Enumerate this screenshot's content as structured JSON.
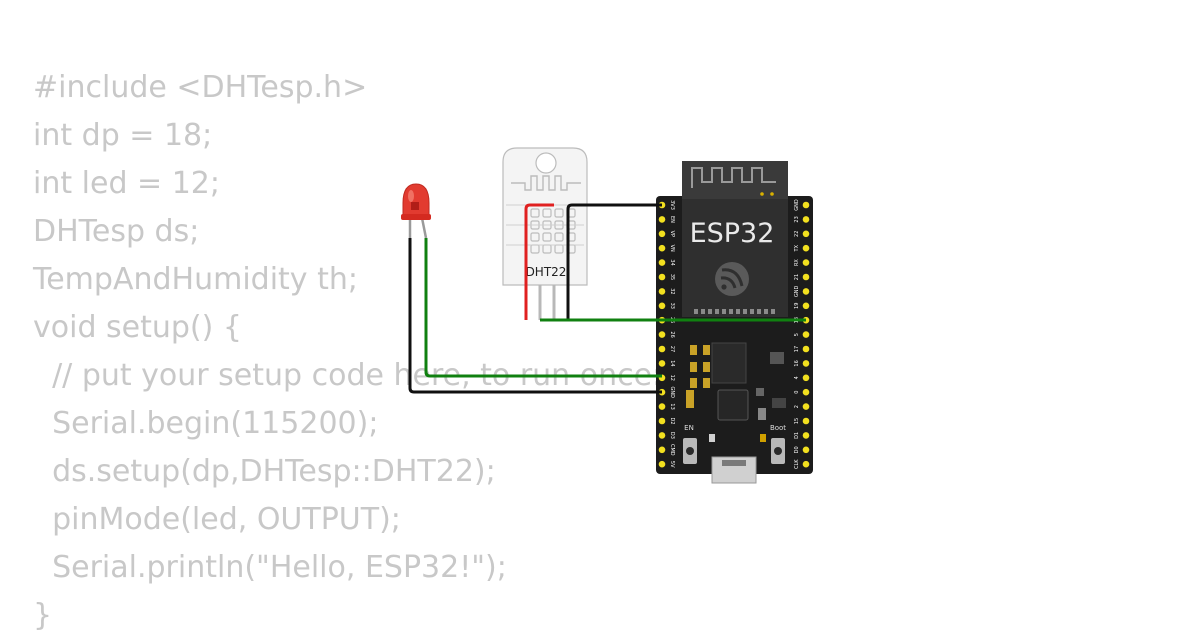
{
  "code": {
    "lines": [
      "#include <DHTesp.h>",
      "int dp = 18;",
      "int led = 12;",
      "DHTesp ds;",
      "TempAndHumidity th;",
      "void setup() {",
      "  // put your setup code here, to run once:",
      "  Serial.begin(115200);",
      "  ds.setup(dp,DHTesp::DHT22);",
      "  pinMode(led, OUTPUT);",
      "  Serial.println(\"Hello, ESP32!\");",
      "}"
    ]
  },
  "components": {
    "sensor": {
      "label": "DHT22"
    },
    "board": {
      "name": "ESP32",
      "en_label": "EN",
      "boot_label": "Boot",
      "left_pins": [
        "3V3",
        "EN",
        "VP",
        "VN",
        "34",
        "35",
        "32",
        "33",
        "25",
        "26",
        "27",
        "14",
        "12",
        "GND",
        "13",
        "D2",
        "D3",
        "CMD",
        "5V"
      ],
      "right_pins": [
        "GND",
        "23",
        "22",
        "TX",
        "RX",
        "21",
        "GND",
        "19",
        "18",
        "5",
        "17",
        "16",
        "4",
        "0",
        "2",
        "15",
        "D1",
        "D0",
        "CLK"
      ]
    }
  },
  "wires": {
    "red": "#e02020",
    "black": "#101010",
    "green": "#108010"
  },
  "colors": {
    "code_text": "#c8c8c8",
    "board_body": "#1a1a1a",
    "pin_header": "#f2e01f",
    "led_red": "#e23b30"
  }
}
